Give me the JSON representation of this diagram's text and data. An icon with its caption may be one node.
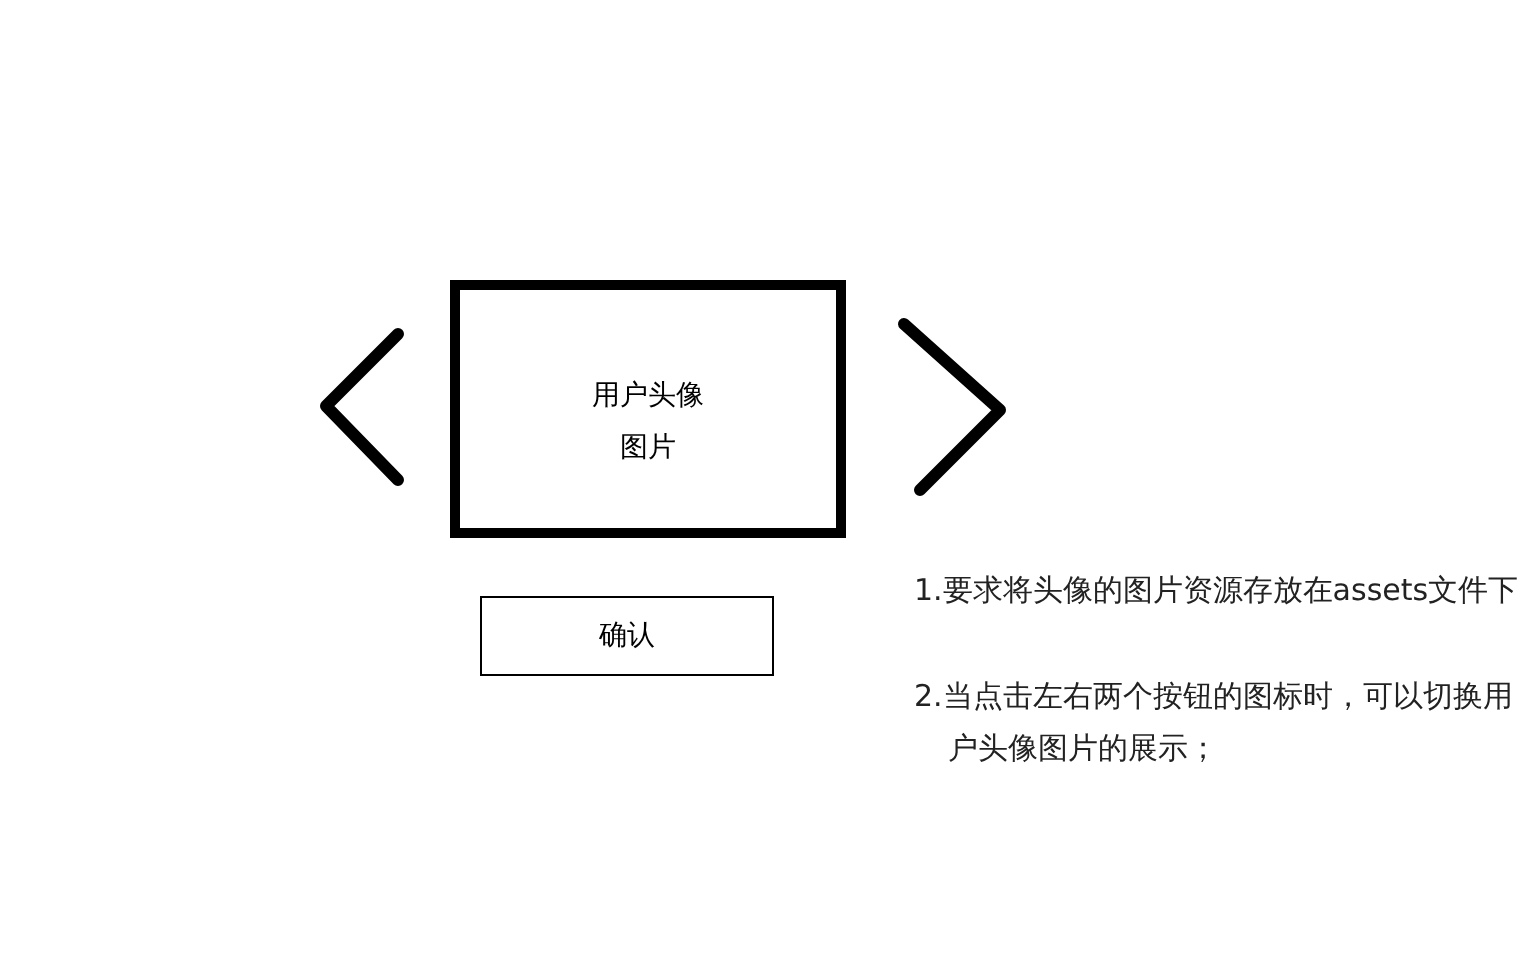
{
  "diagram": {
    "nodes": [
      {
        "text": [
          "用户头像图片"
        ]
      },
      {
        "text": [
          "确认"
        ]
      }
    ],
    "edges": [],
    "labels": [
      "1.要求将头像的图片资源存放在assets文件下",
      "2.当点击左右两个按钮的图标时，可以切换用户头像图片的展示；"
    ]
  }
}
